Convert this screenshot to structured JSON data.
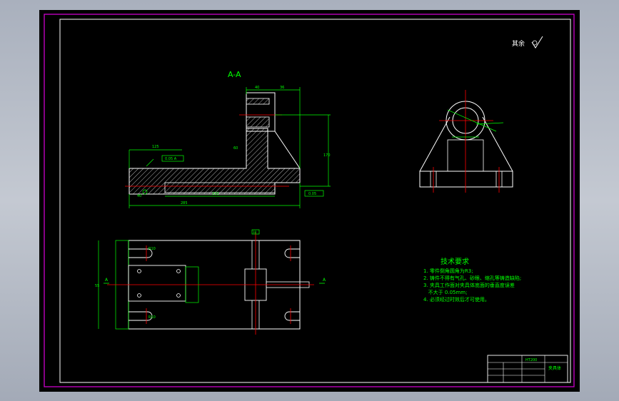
{
  "colors": {
    "frame": "#cc00cc",
    "outline": "#ffffff",
    "dimension": "#00ff00",
    "centerline": "#ff0000",
    "label": "#00ff00",
    "background": "#000000"
  },
  "drawing": {
    "surface_finish_label": "其余",
    "section_label": "A-A",
    "tech_requirements": {
      "title": "技术要求",
      "items": [
        "1. 零件倒角圆角为R3;",
        "2. 铸件不得有气孔、砂眼、缩孔等铸造缺陷;",
        "3. 夹具工作面对夹具体底面的垂直度误差",
        "   不大于 0.05mm;",
        "4. 必须经过时效后才可使用。"
      ]
    },
    "title_block": {
      "material": "HT200",
      "part_name": "夹具体"
    },
    "section_marks": {
      "left": "A",
      "right": "A"
    },
    "tolerance_frames": [
      "0.05 A",
      "0.05"
    ],
    "dimension_labels": {
      "top_width_1": "40",
      "top_width_2": "36",
      "overall_height": "170",
      "mid_width": "125",
      "slot_length": "232",
      "overall_length": "285",
      "upright_width": "60",
      "base_height": "40",
      "hole_radius": "R10",
      "side_label": "55",
      "plan_width": "18"
    }
  }
}
